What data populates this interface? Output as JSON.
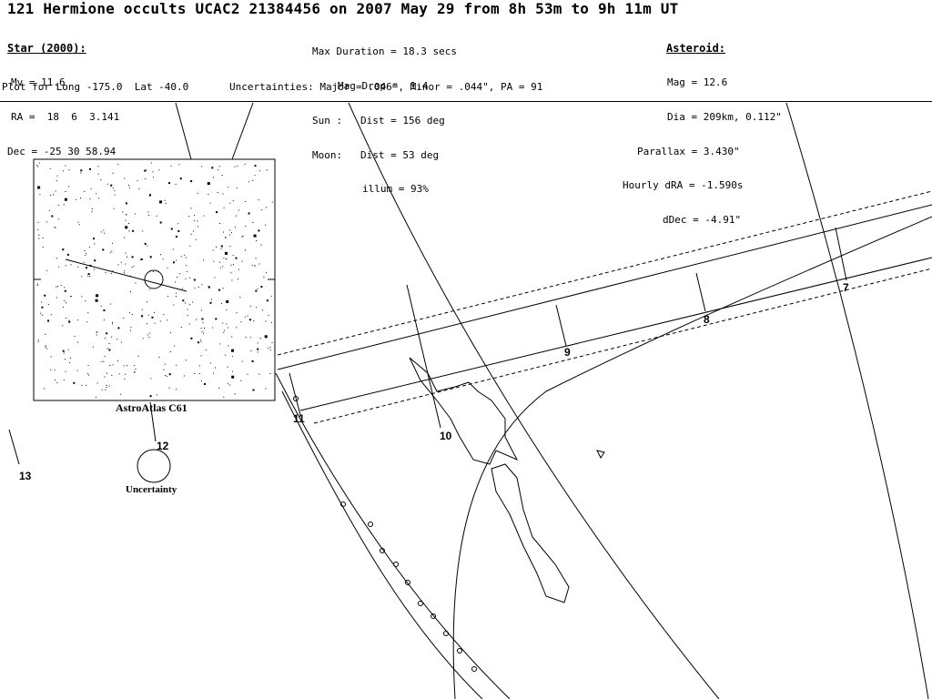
{
  "title": "121 Hermione occults UCAC2 21384456 on 2007 May 29 from 8h 53m to 9h 11m UT",
  "star": {
    "heading": "Star (2000):",
    "mv": "Mv = 11.6",
    "ra": "RA =  18  6  3.141",
    "dec": "Dec = -25 30 58.94"
  },
  "event": {
    "max_duration": "Max Duration = 18.3 secs",
    "mag_drop": "Mag Drop =  1.4",
    "sun": "Sun :   Dist = 156 deg",
    "moon": "Moon:   Dist = 53 deg",
    "illum": "illum = 93%"
  },
  "asteroid": {
    "heading": "Asteroid:",
    "mag": "Mag = 12.6",
    "dia": "Dia = 209km, 0.112\"",
    "parallax": "Parallax = 3.430\"",
    "hourly_dra": "Hourly dRA = -1.590s",
    "ddec": "dDec = -4.91\""
  },
  "plot_for": "Plot for Long -175.0  Lat -40.0",
  "uncertainties": "Uncertainties: Major = .046\", Minor = .044\", PA = 91",
  "star_chart_caption": "AstroAtlas C61",
  "uncertainty_caption": "Uncertainty",
  "path_labels": [
    "7",
    "8",
    "9",
    "10",
    "11",
    "12",
    "13"
  ],
  "colors": {
    "ink": "#000000",
    "background": "#ffffff"
  }
}
